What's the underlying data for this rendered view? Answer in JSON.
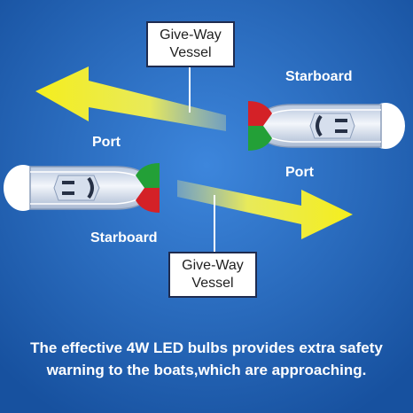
{
  "colors": {
    "background": "#1f62bd",
    "arrow_yellow": "#f5ee1d",
    "arrow_trail": "#c8d46a",
    "port_light": "#d42127",
    "starboard_light": "#23a037",
    "hull": "#dfe7f4",
    "stern_light": "#ffffff"
  },
  "labels": {
    "top_box_line1": "Give-Way",
    "top_box_line2": "Vessel",
    "bottom_box_line1": "Give-Way",
    "bottom_box_line2": "Vessel",
    "upper_boat_starboard": "Starboard",
    "upper_boat_port": "Port",
    "lower_boat_port": "Port",
    "lower_boat_starboard": "Starboard"
  },
  "caption": {
    "line1": "The effective 4W LED bulbs provides extra safety",
    "line2": "warning to the boats,which are approaching."
  }
}
